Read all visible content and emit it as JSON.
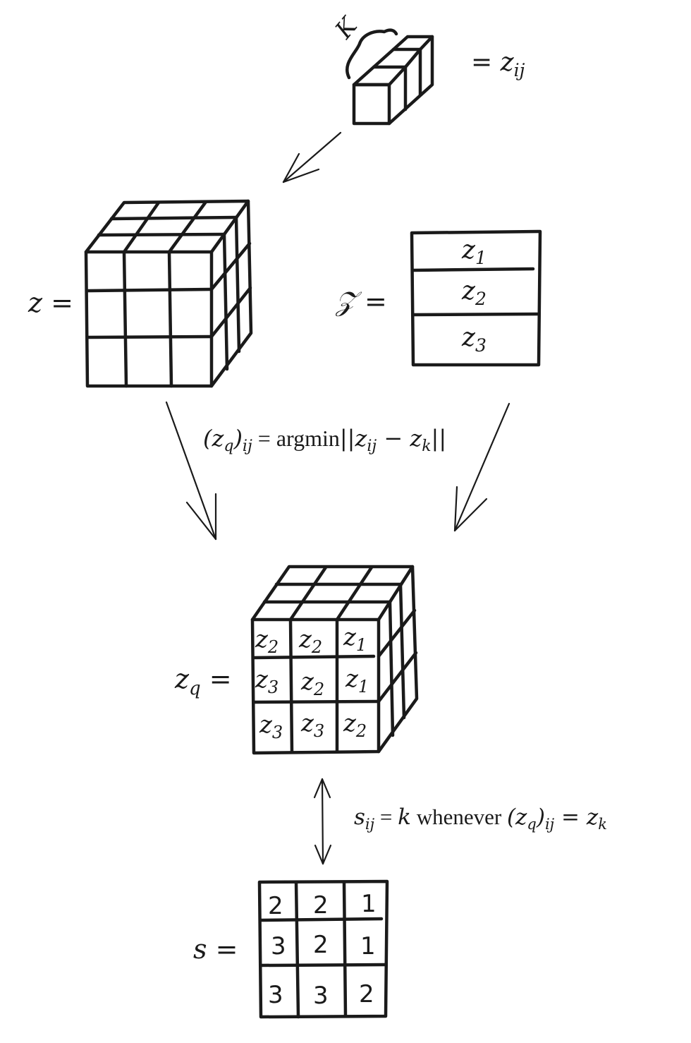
{
  "vector": {
    "k_label": "K",
    "rhs": "= z",
    "rhs_sub": "ij"
  },
  "z_label": "z =",
  "codebook": {
    "label": "𝒵 =",
    "entries": [
      {
        "base": "z",
        "sub": "1"
      },
      {
        "base": "z",
        "sub": "2"
      },
      {
        "base": "z",
        "sub": "3"
      }
    ]
  },
  "quant_formula": {
    "lhs": "(z",
    "lhs_sub": "q",
    "lhs_close": ")",
    "lhs_sub2": "ij",
    "eq": " = ",
    "op": "argmin",
    "norm_open": "||z",
    "norm_sub1": "ij",
    "minus": " − z",
    "norm_sub2": "k",
    "norm_close": "||"
  },
  "zq": {
    "label": "z",
    "label_sub": "q",
    "label_eq": " =",
    "grid": [
      [
        {
          "base": "z",
          "sub": "2"
        },
        {
          "base": "z",
          "sub": "2"
        },
        {
          "base": "z",
          "sub": "1"
        }
      ],
      [
        {
          "base": "z",
          "sub": "3"
        },
        {
          "base": "z",
          "sub": "2"
        },
        {
          "base": "z",
          "sub": "1"
        }
      ],
      [
        {
          "base": "z",
          "sub": "3"
        },
        {
          "base": "z",
          "sub": "3"
        },
        {
          "base": "z",
          "sub": "2"
        }
      ]
    ]
  },
  "index_formula": {
    "s": "s",
    "s_sub": "ij",
    "eq": " = ",
    "k": "k",
    "word": " whenever ",
    "open": "(z",
    "open_sub": "q",
    "close": ")",
    "close_sub": "ij",
    "eq2": " = z",
    "rhs_sub": "k"
  },
  "s_matrix": {
    "label": "s =",
    "grid": [
      [
        "2",
        "2",
        "1"
      ],
      [
        "3",
        "2",
        "1"
      ],
      [
        "3",
        "3",
        "2"
      ]
    ]
  }
}
